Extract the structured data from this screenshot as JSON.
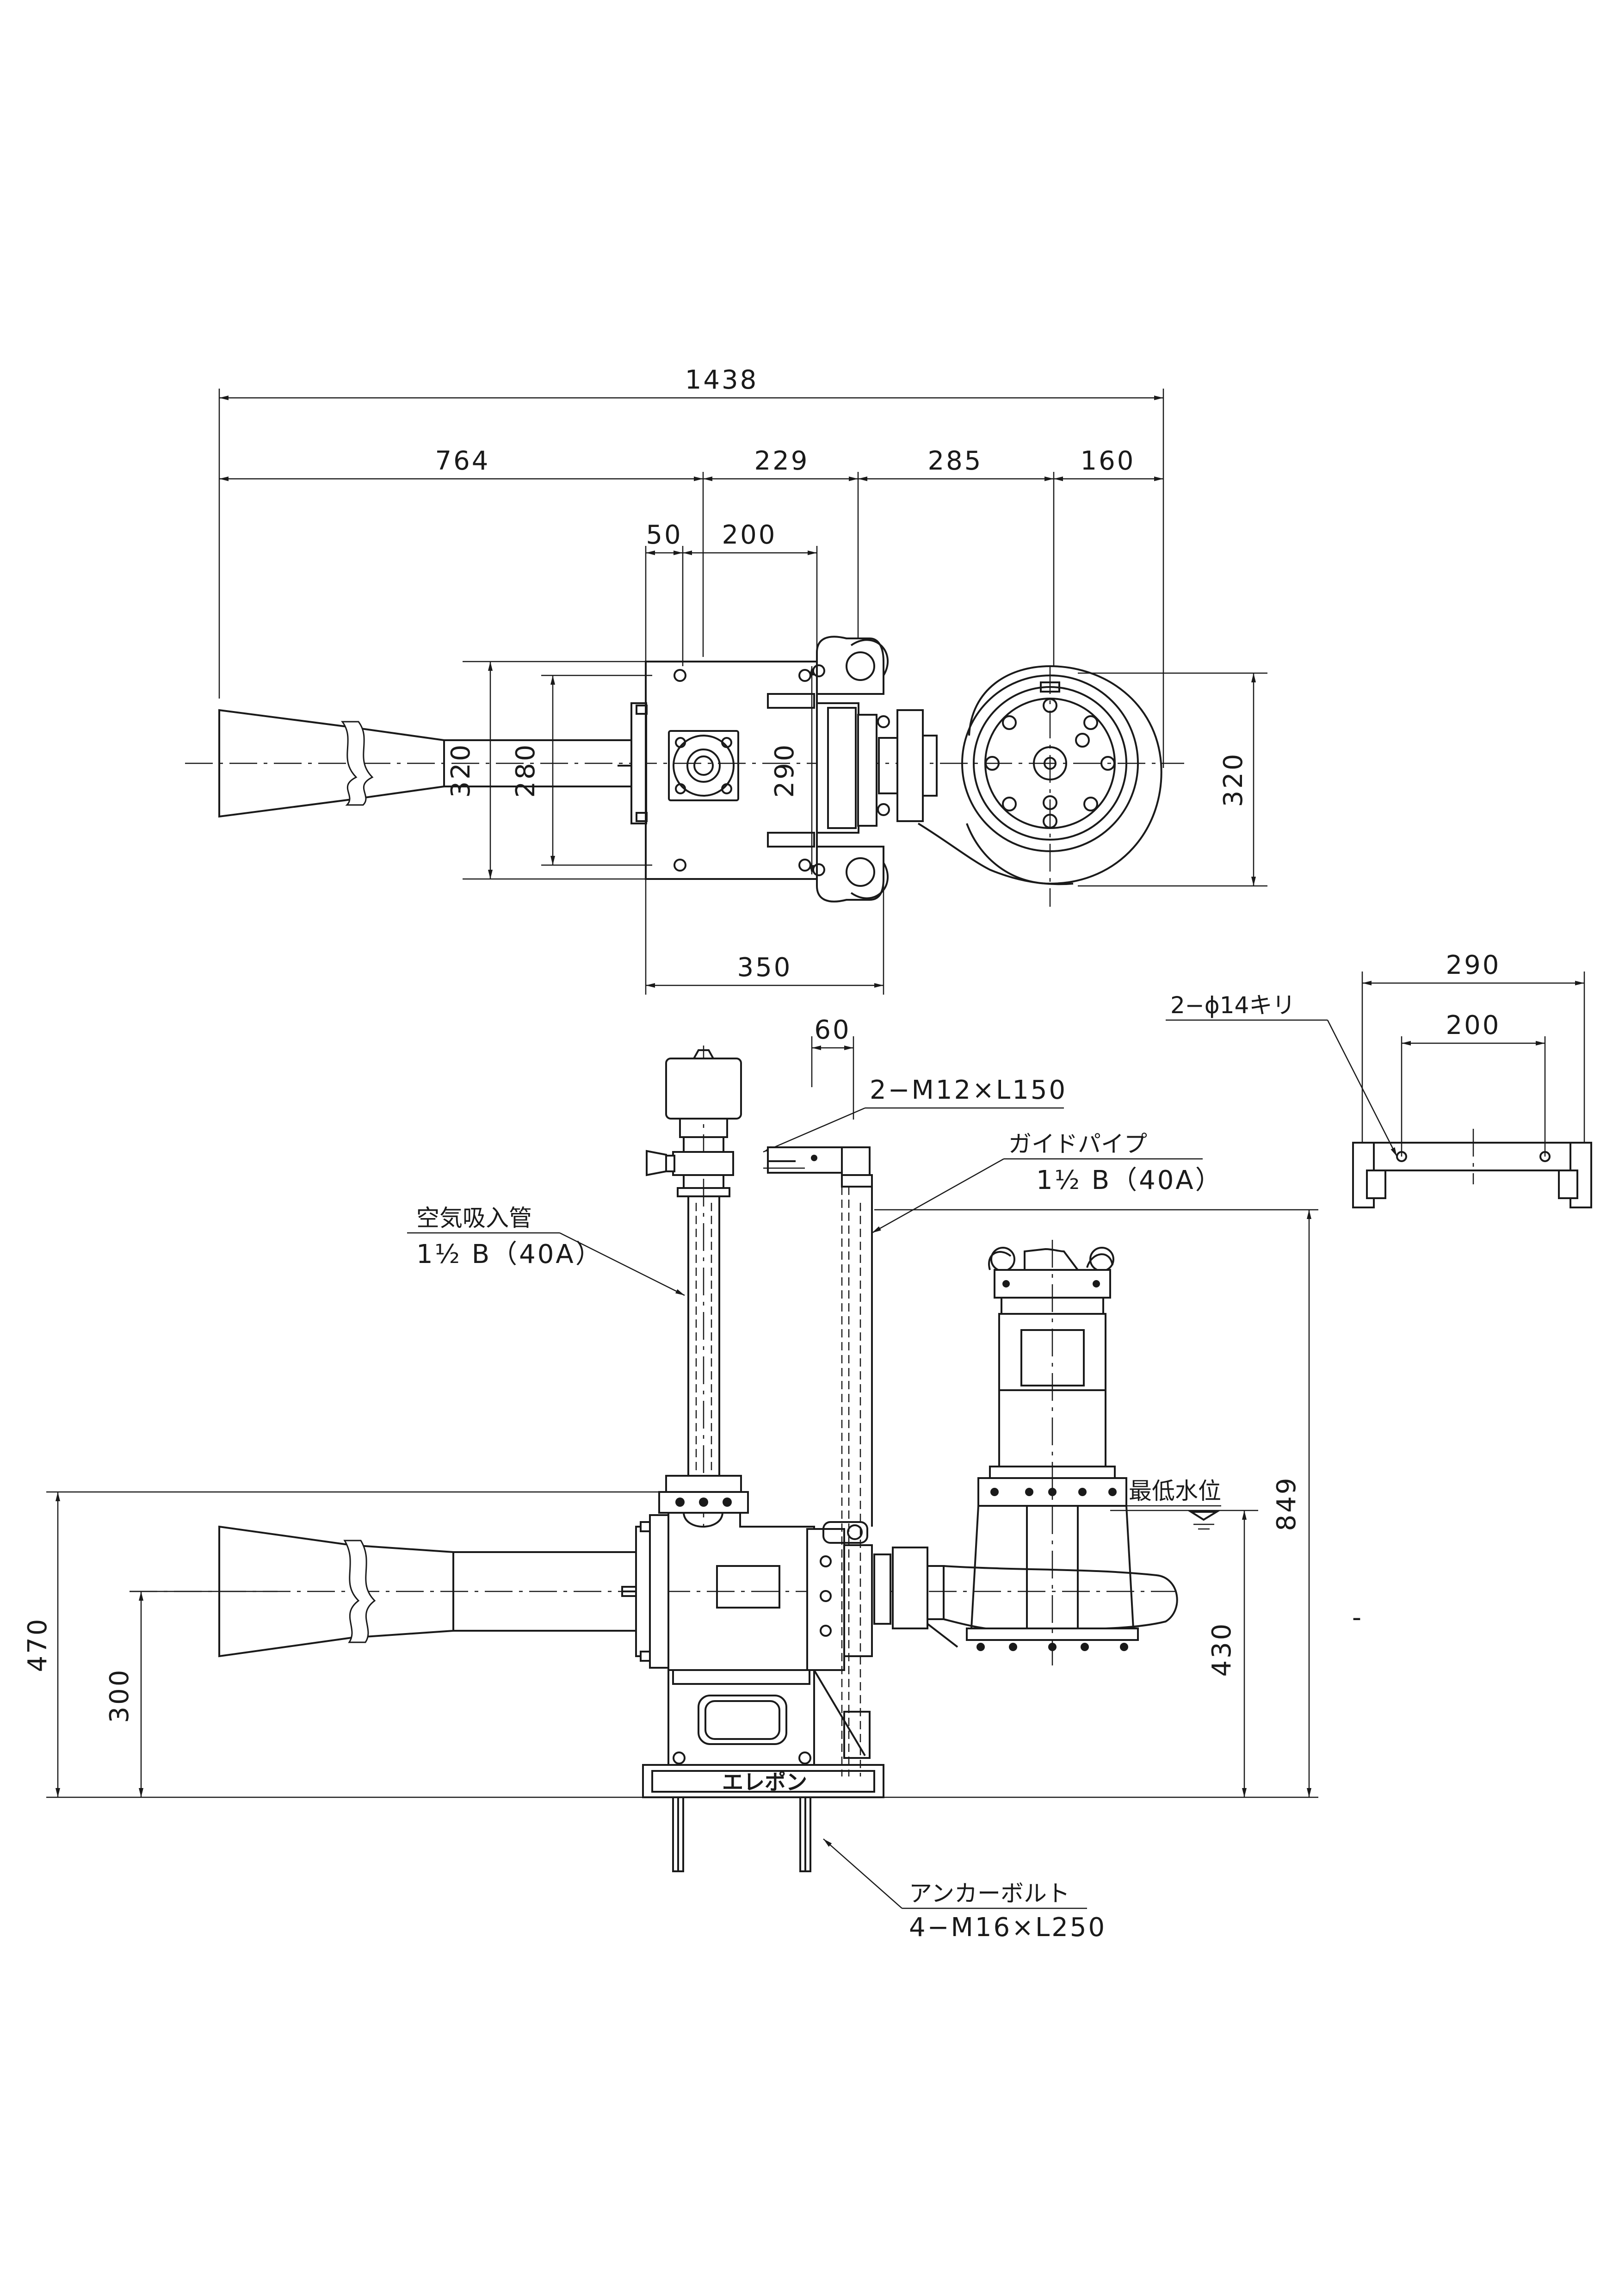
{
  "top_view": {
    "dimensions": {
      "overall": "1438",
      "seg1": "764",
      "seg2": "229",
      "seg3": "285",
      "seg4": "160",
      "flange": "50",
      "body": "200",
      "left_h1": "320",
      "left_h2": "280",
      "mid_h": "290",
      "right_h": "320",
      "base": "350"
    }
  },
  "front_view": {
    "dimensions": {
      "guide_offset": "60",
      "total_h": "470",
      "nozzle_h": "300",
      "pump_h": "849",
      "water_h": "430"
    },
    "labels": {
      "bolt_spec": "2−M12×L150",
      "guide_pipe": "ガイドパイプ",
      "guide_pipe_size": "1½ B（40A）",
      "air_pipe": "空気吸入管",
      "air_pipe_size": "1½ B（40A）",
      "min_water": "最低水位",
      "anchor": "アンカーボルト",
      "anchor_spec": "4−M16×L250",
      "brand": "エレポン"
    }
  },
  "side_view": {
    "dimensions": {
      "outer": "290",
      "inner": "200"
    },
    "labels": {
      "holes": "2−ϕ14キリ"
    }
  },
  "marks": {
    "stray_tick": "-"
  }
}
